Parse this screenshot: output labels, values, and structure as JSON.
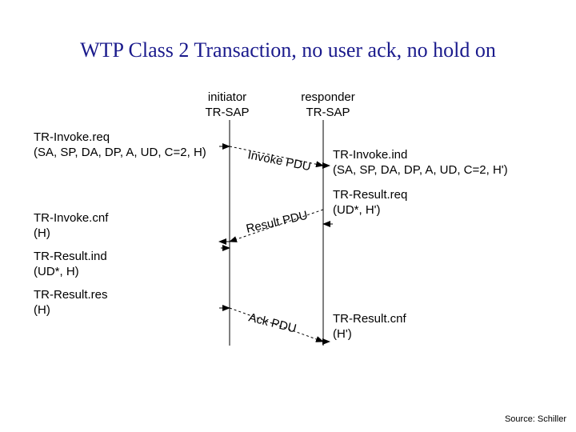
{
  "title": "WTP Class 2 Transaction, no user ack, no hold on",
  "initiator": {
    "line1": "initiator",
    "line2": "TR-SAP"
  },
  "responder": {
    "line1": "responder",
    "line2": "TR-SAP"
  },
  "left_labels": [
    {
      "line1": "TR-Invoke.req",
      "line2": "(SA, SP, DA, DP, A, UD, C=2, H)"
    },
    {
      "line1": "TR-Invoke.cnf",
      "line2": "(H)"
    },
    {
      "line1": "TR-Result.ind",
      "line2": "(UD*, H)"
    },
    {
      "line1": "TR-Result.res",
      "line2": "(H)"
    }
  ],
  "right_labels": [
    {
      "line1": "TR-Invoke.ind",
      "line2": "(SA, SP, DA, DP, A, UD, C=2, H')"
    },
    {
      "line1": "TR-Result.req",
      "line2": "(UD*, H')"
    },
    {
      "line1": "TR-Result.cnf",
      "line2": "(H')"
    }
  ],
  "pdus": {
    "invoke": "Invoke PDU",
    "result": "Result PDU",
    "ack": "Ack PDU"
  },
  "source": "Source: Schiller",
  "colors": {
    "title": "#1a1a8c",
    "lines": "#000000"
  }
}
